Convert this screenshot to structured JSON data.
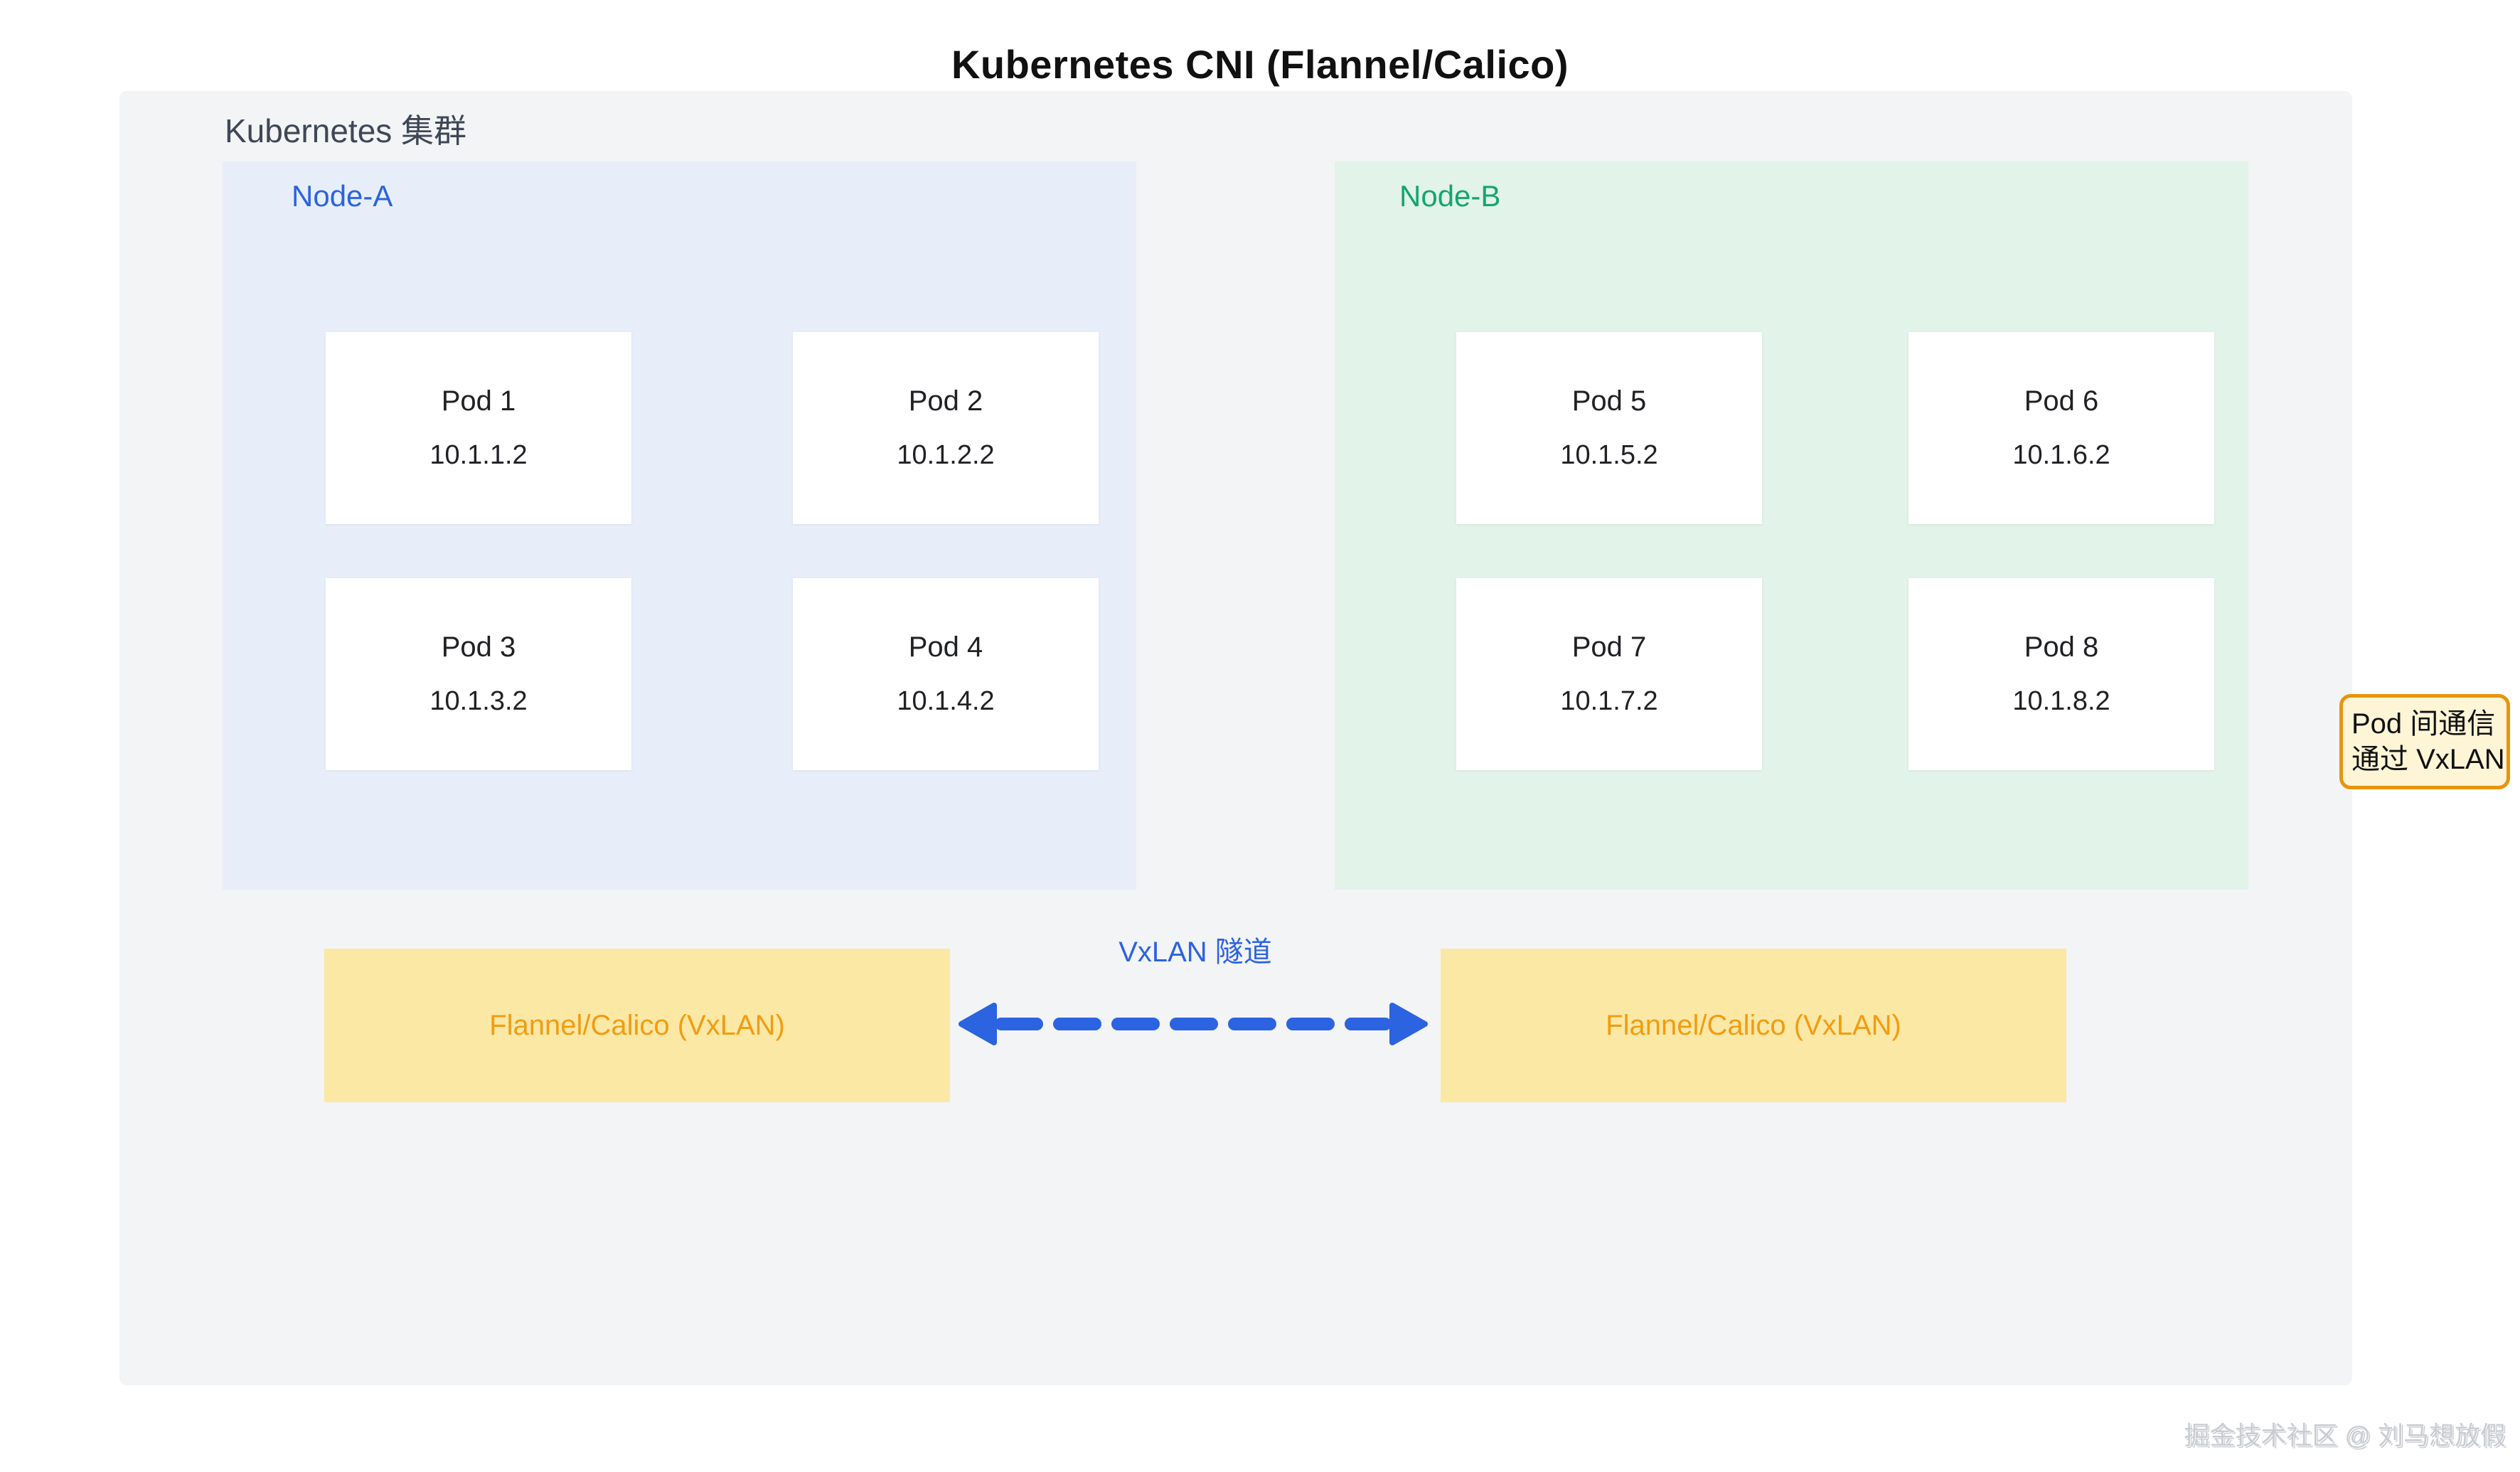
{
  "title": "Kubernetes CNI (Flannel/Calico)",
  "cluster": {
    "label": "Kubernetes 集群"
  },
  "nodes": [
    {
      "label": "Node-A",
      "pods": [
        {
          "name": "Pod 1",
          "ip": "10.1.1.2"
        },
        {
          "name": "Pod 2",
          "ip": "10.1.2.2"
        },
        {
          "name": "Pod 3",
          "ip": "10.1.3.2"
        },
        {
          "name": "Pod 4",
          "ip": "10.1.4.2"
        }
      ]
    },
    {
      "label": "Node-B",
      "pods": [
        {
          "name": "Pod 5",
          "ip": "10.1.5.2"
        },
        {
          "name": "Pod 6",
          "ip": "10.1.6.2"
        },
        {
          "name": "Pod 7",
          "ip": "10.1.7.2"
        },
        {
          "name": "Pod 8",
          "ip": "10.1.8.2"
        }
      ]
    }
  ],
  "cni": {
    "left_label": "Flannel/Calico (VxLAN)",
    "right_label": "Flannel/Calico (VxLAN)",
    "tunnel_label": "VxLAN 隧道"
  },
  "note": {
    "line1": "Pod 间通信",
    "line2": "通过 VxLAN"
  },
  "watermark": "掘金技术社区 @ 刘马想放假",
  "colors": {
    "blue": "#2b63e0",
    "green": "#16a470",
    "orange": "#f29c11",
    "yellow": "#fbe8a5",
    "note_fill": "#fdf5d6",
    "note_border": "#e8940e",
    "node_a": "#e8eef9",
    "node_b": "#e2f3e9",
    "cluster": "#f2f4f5",
    "cluster_label": "#3f4757",
    "pod_text": "#202124",
    "watermark": "#c9ccd1"
  }
}
